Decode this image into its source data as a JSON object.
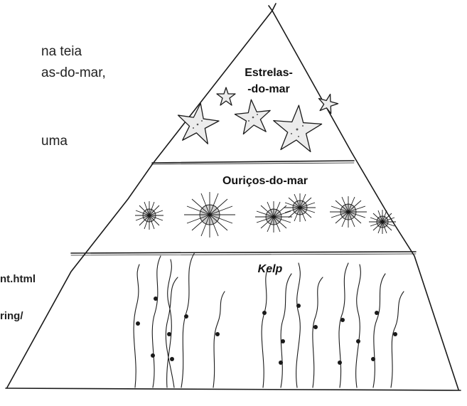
{
  "text_fragments": {
    "line1": "na teia",
    "line2": "as-do-mar,",
    "line3": "uma",
    "link1": "nt.html",
    "link2": "ring/"
  },
  "pyramid": {
    "top_label_line1": "Estrelas-",
    "top_label_line2": "-do-mar",
    "middle_label": "Ouriços-do-mar",
    "bottom_label": "Kelp"
  },
  "colors": {
    "ink": "#1a1a1a",
    "background": "#ffffff"
  }
}
